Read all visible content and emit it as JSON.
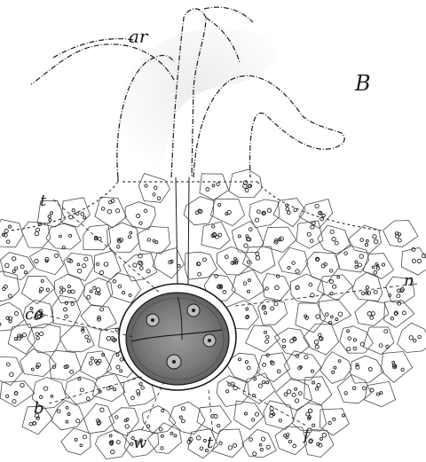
{
  "figure": {
    "panel_letter": "B",
    "labels": {
      "ar": "ar",
      "t_top": "t",
      "n_right": "n",
      "co": "co",
      "b": "b",
      "f": "f",
      "w": "w",
      "t_bottom": "t"
    }
  },
  "colors": {
    "ink": "#1a1a1a",
    "paper": "#ffffff",
    "stipple": "#333333"
  }
}
